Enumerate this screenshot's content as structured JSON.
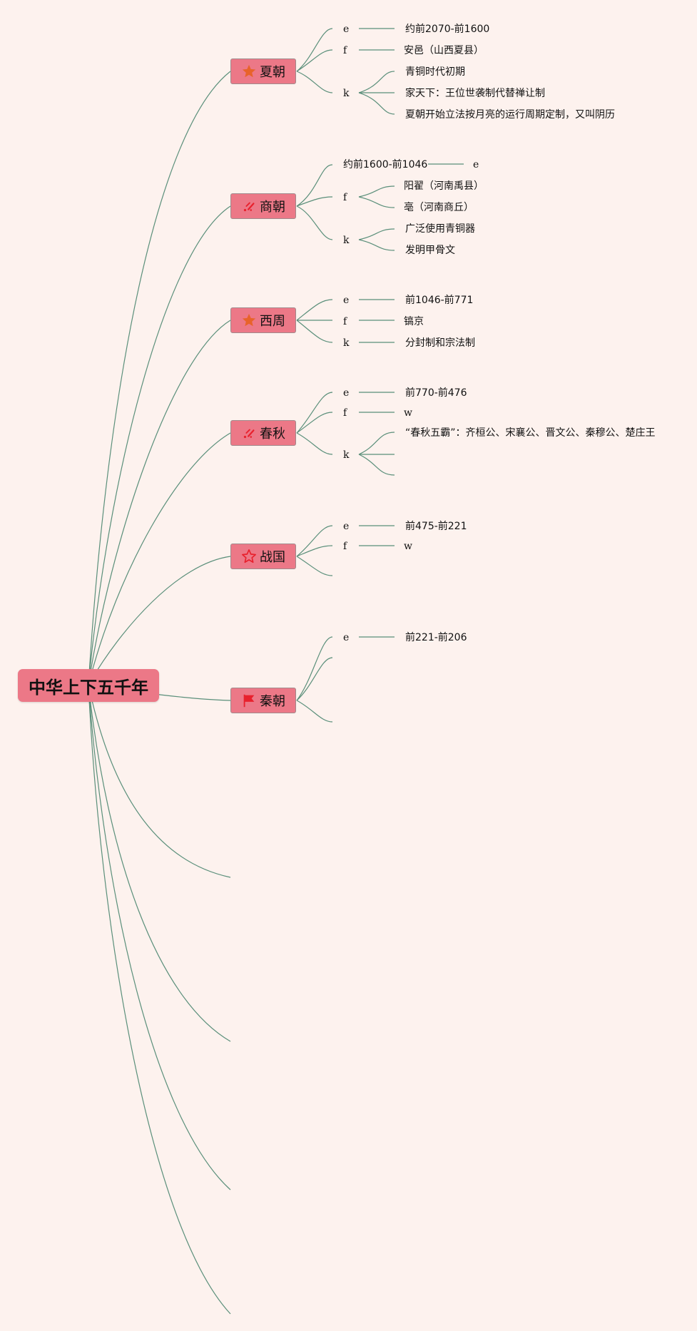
{
  "root": {
    "label": "中华上下五千年"
  },
  "dynasties": {
    "xia": {
      "label": "夏朝",
      "icon": "star-solid-icon"
    },
    "shang": {
      "label": "商朝",
      "icon": "firework-icon"
    },
    "xizhou": {
      "label": "西周",
      "icon": "star-solid-icon"
    },
    "chunqiu": {
      "label": "春秋",
      "icon": "firework-icon"
    },
    "zhanguo": {
      "label": "战国",
      "icon": "star-outline-icon"
    },
    "qin": {
      "label": "秦朝",
      "icon": "flag-icon"
    }
  },
  "details": {
    "xia": {
      "e": "e",
      "e_val": "约前2070-前1600",
      "f": "f",
      "f_val": "安邑（山西夏县）",
      "k": "k",
      "k_vals": [
        "青铜时代初期",
        "家天下：王位世袭制代替禅让制",
        "夏朝开始立法按月亮的运行周期定制，又叫阴历"
      ]
    },
    "shang": {
      "e_val": "约前1600-前1046",
      "e": "e",
      "f": "f",
      "f_vals": [
        "阳翟（河南禹县）",
        "亳（河南商丘）"
      ],
      "k": "k",
      "k_vals": [
        "广泛使用青铜器",
        "发明甲骨文"
      ]
    },
    "xizhou": {
      "e": "e",
      "e_val": "前1046-前771",
      "f": "f",
      "f_val": "镐京",
      "k": "k",
      "k_val": "分封制和宗法制"
    },
    "chunqiu": {
      "e": "e",
      "e_val": "前770-前476",
      "f": "f",
      "f_val": "w",
      "k": "k",
      "k_val": "“春秋五霸”：齐桓公、宋襄公、晋文公、秦穆公、楚庄王"
    },
    "zhanguo": {
      "e": "e",
      "e_val": "前475-前221",
      "f": "f",
      "f_val": "w"
    },
    "qin": {
      "e": "e",
      "e_val": "前221-前206"
    }
  },
  "colors": {
    "background": "#fdf2ee",
    "node_fill": "#ec7887",
    "link": "#5a8f7a",
    "icon_orange": "#e8632b",
    "icon_red": "#e8212d"
  }
}
